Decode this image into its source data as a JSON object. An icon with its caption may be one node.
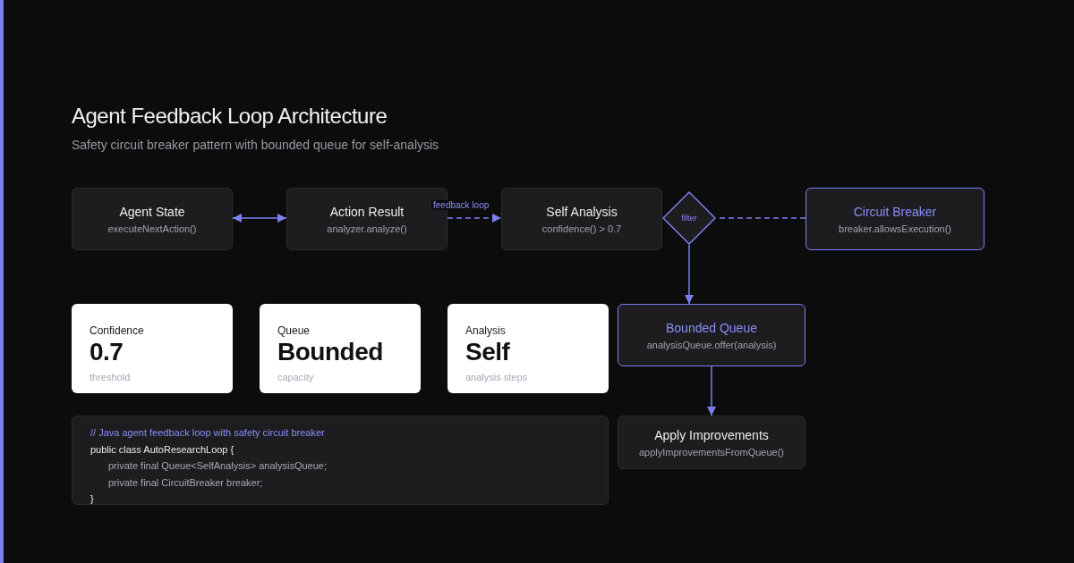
{
  "diagram": {
    "title": "Agent Feedback Loop Architecture",
    "caption": "Safety circuit breaker pattern with bounded queue for self-analysis",
    "nodes": [
      {
        "text": [
          "Agent State",
          "executeNextAction()"
        ]
      },
      {
        "text": [
          "Action Result",
          "analyzer.analyze()"
        ]
      },
      {
        "text": [
          "Self Analysis",
          "confidence() > 0.7"
        ]
      },
      {
        "text": [
          "filter"
        ]
      },
      {
        "text": [
          "Circuit Breaker",
          "breaker.allowsExecution()"
        ]
      },
      {
        "text": [
          "Confidence",
          "0.7",
          "threshold"
        ]
      },
      {
        "text": [
          "Queue",
          "Bounded",
          "capacity"
        ]
      },
      {
        "text": [
          "Analysis",
          "Self",
          "analysis steps"
        ]
      },
      {
        "text": [
          "Bounded Queue",
          "analysisQueue.offer(analysis)"
        ]
      },
      {
        "text": [
          "// Java agent feedback loop with safety circuit breaker",
          "public class AutoResearchLoop {",
          "private final Queue<SelfAnalysis> analysisQueue;",
          "private final CircuitBreaker breaker;",
          "}"
        ]
      },
      {
        "text": [
          "Apply Improvements",
          "applyImprovementsFromQueue()"
        ]
      }
    ],
    "edges": [
      {
        "from": 0,
        "to": 1,
        "arrow": "both"
      },
      {
        "from": 1,
        "to": 2,
        "arrow": "to",
        "label": "feedback loop",
        "style": "dashed"
      },
      {
        "from": 4,
        "to": 3,
        "arrow": "none",
        "style": "dashed"
      },
      {
        "from": 3,
        "to": 8,
        "arrow": "to"
      },
      {
        "from": 8,
        "to": 10,
        "arrow": "to"
      }
    ]
  }
}
